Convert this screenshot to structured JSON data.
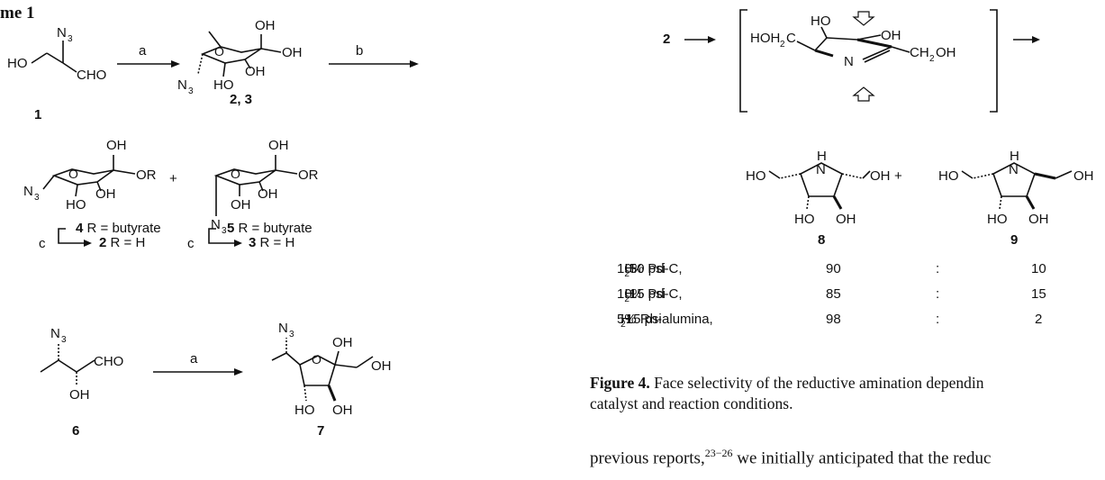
{
  "scheme": {
    "title": "me 1",
    "reagents": {
      "a1": "a",
      "b": "b",
      "c1": "c",
      "c2": "c",
      "a2": "a"
    },
    "compounds": {
      "c1": "1",
      "c23": "2, 3",
      "c6": "6",
      "c7": "7",
      "c8": "8",
      "c9": "9",
      "fig4_start": "2"
    },
    "conversions": {
      "r4": {
        "num": "4",
        "text": "R = butyrate"
      },
      "r2": {
        "num": "2",
        "text": "R = H"
      },
      "r5": {
        "num": "5",
        "text": "R = butyrate"
      },
      "r3": {
        "num": "3",
        "text": "R = H"
      }
    }
  },
  "figure4": {
    "conditions": [
      {
        "catalyst": "10% Pd-C,",
        "h2": "H",
        "h2_sub": "2",
        "pressure": " 50 psi",
        "ratio_8": "90",
        "sep": ":",
        "ratio_9": "10"
      },
      {
        "catalyst": "10% Pd-C,",
        "h2": "H",
        "h2_sub": "2",
        "pressure": " 15 psi",
        "ratio_8": "85",
        "sep": ":",
        "ratio_9": "15"
      },
      {
        "catalyst": "5% Rh-alumina,",
        "h2": "H",
        "h2_sub": "2",
        "pressure": " 15 psi",
        "ratio_8": "98",
        "sep": ":",
        "ratio_9": "2"
      }
    ],
    "caption_label": "Figure 4.",
    "caption_text": " Face selectivity of the reductive amination dependin",
    "caption_line2": "catalyst and reaction conditions."
  },
  "body": {
    "text_before": "previous reports,",
    "citation": "23−26",
    "text_after": " we initially anticipated that the reduc"
  }
}
